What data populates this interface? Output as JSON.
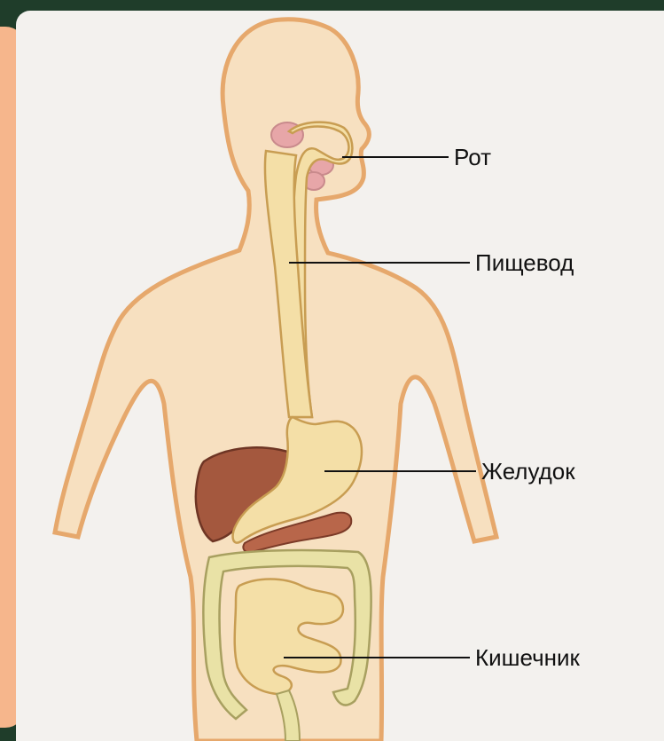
{
  "labels": {
    "mouth": "Рот",
    "esophagus": "Пищевод",
    "stomach": "Желудок",
    "intestine": "Кишечник"
  },
  "colors": {
    "background": "#1f3d2a",
    "sidebar": "#f6b68c",
    "paper": "#f3f1ee",
    "body_outline": "#e6a86c",
    "body_fill": "#f7e0c0",
    "tract": "#f4dfa7",
    "tract_edge": "#c89d52",
    "liver": "#a4583e",
    "pancreas": "#b8664a",
    "glands": "#e7a6a8",
    "colon": "#e9e2a6"
  }
}
